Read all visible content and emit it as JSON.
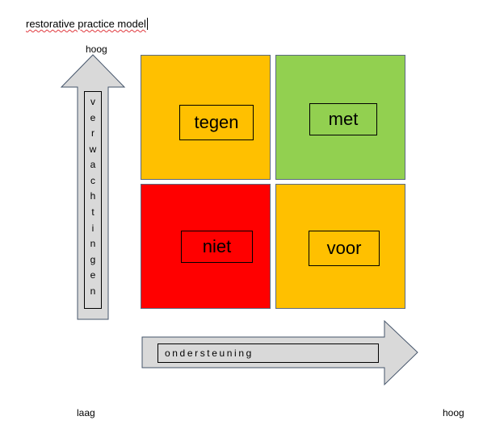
{
  "document": {
    "title": "restorative practice model"
  },
  "axes": {
    "y_high": "hoog",
    "x_low": "laag",
    "x_high": "hoog",
    "y_axis_text": "verwachtingen",
    "x_axis_text": "ondersteuning"
  },
  "quadrants": {
    "top_left": "tegen",
    "top_right": "met",
    "bottom_left": "niet",
    "bottom_right": "voor"
  },
  "colors": {
    "tegen": "#ffc000",
    "met": "#92d050",
    "niet": "#ff0000",
    "voor": "#ffc000",
    "arrow_fill": "#d9d9d9",
    "arrow_stroke": "#44546a",
    "spellcheck_underline": "#e0393e"
  }
}
